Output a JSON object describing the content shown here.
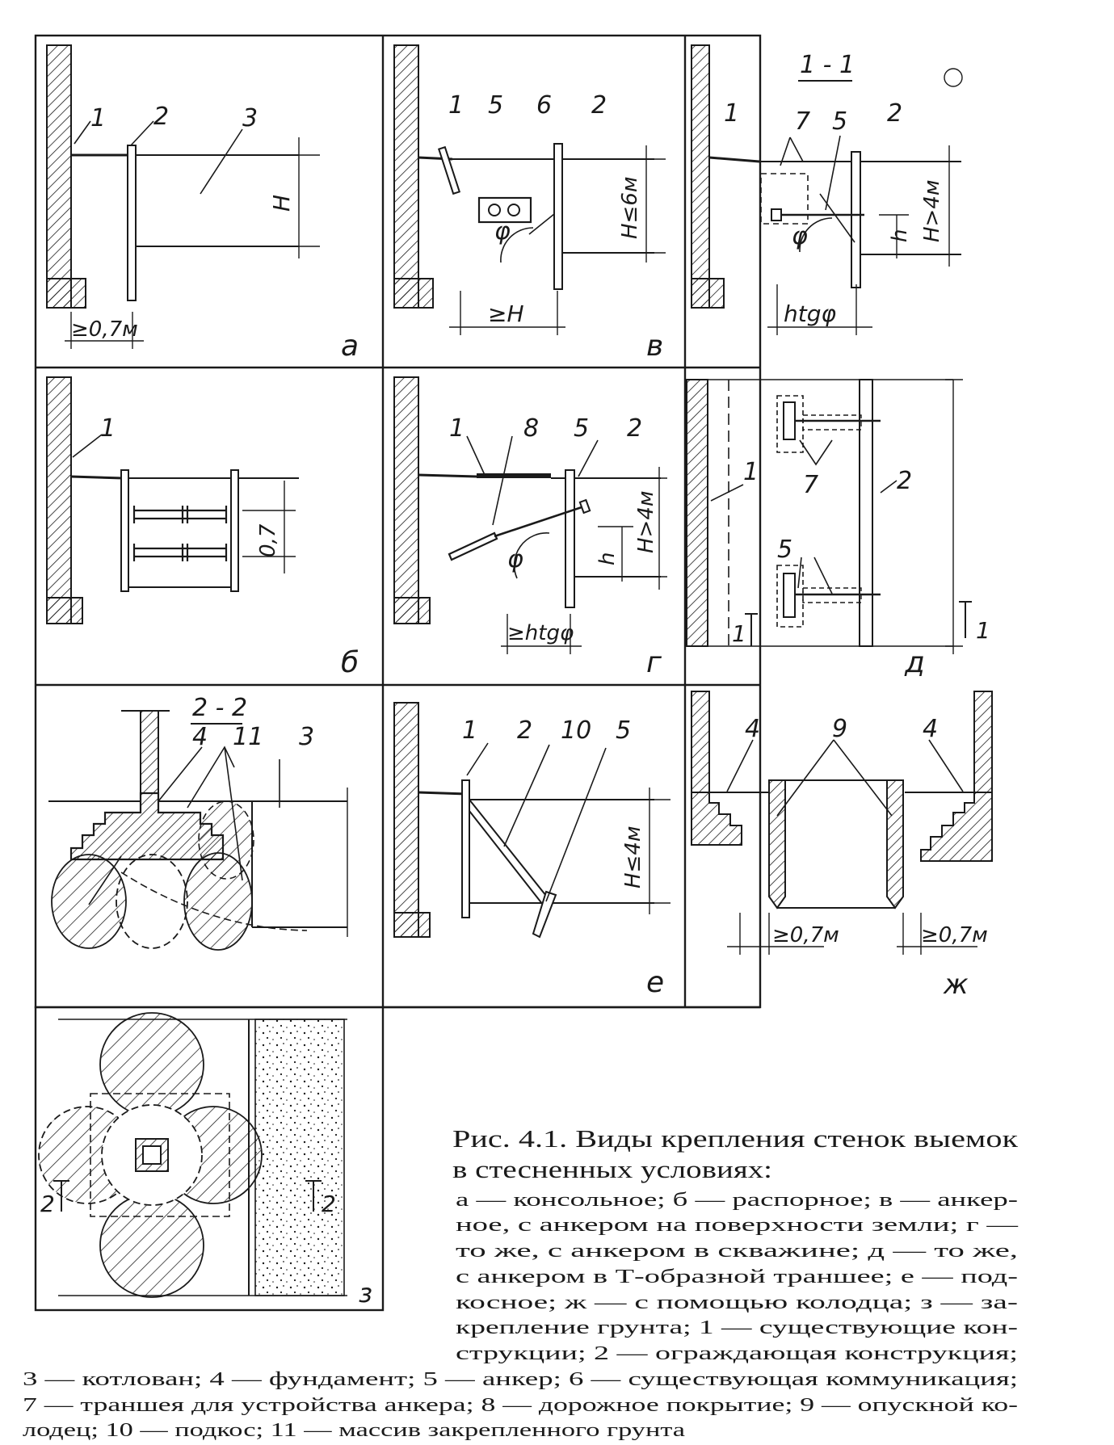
{
  "panels": {
    "a": "a",
    "v": "в",
    "b": "б",
    "g": "г",
    "d": "д",
    "e": "е",
    "zh": "ж",
    "z": "з"
  },
  "sections": {
    "s11": "1 - 1",
    "s22": "2 - 2",
    "mark1": "1",
    "mark2": "2"
  },
  "callouts": {
    "n1": "1",
    "n2": "2",
    "n3": "3",
    "n4": "4",
    "n5": "5",
    "n6": "6",
    "n7": "7",
    "n8": "8",
    "n9": "9",
    "n10": "10",
    "n11": "11"
  },
  "dims": {
    "H": "H",
    "H_le_6": "H≤6м",
    "H_gt_4": "H>4м",
    "H_le_4": "H≤4м",
    "h": "h",
    "d07": "0,7",
    "ge07": "≥0,7м",
    "geH": "≥H",
    "htg": "htgφ",
    "gehtg": "≥htgφ",
    "phi": "φ"
  },
  "caption": {
    "title_line1": "Рис. 4.1. Виды крепления стенок выемок",
    "title_line2": "в стесненных условиях:",
    "lines": [
      "а — консольное; б — распорное; в — анкер-",
      "ное, с анкером на поверхности земли; г —",
      "то же, с анкером в скважине; д — то же,",
      "с анкером в Т-образной траншее; е — под-",
      "косное; ж — с помощью колодца; з — за-",
      "крепление грунта; 1 — существующие кон-",
      "струкции; 2 — ограждающая конструкция;",
      "3 — котлован; 4 — фундамент; 5 — анкер; 6 — существующая коммуникация;",
      "7 — траншея для устройства анкера; 8 — дорожное покрытие; 9 — опускной ко-",
      "лодец; 10 — подкос; 11 — массив закрепленного грунта"
    ]
  }
}
